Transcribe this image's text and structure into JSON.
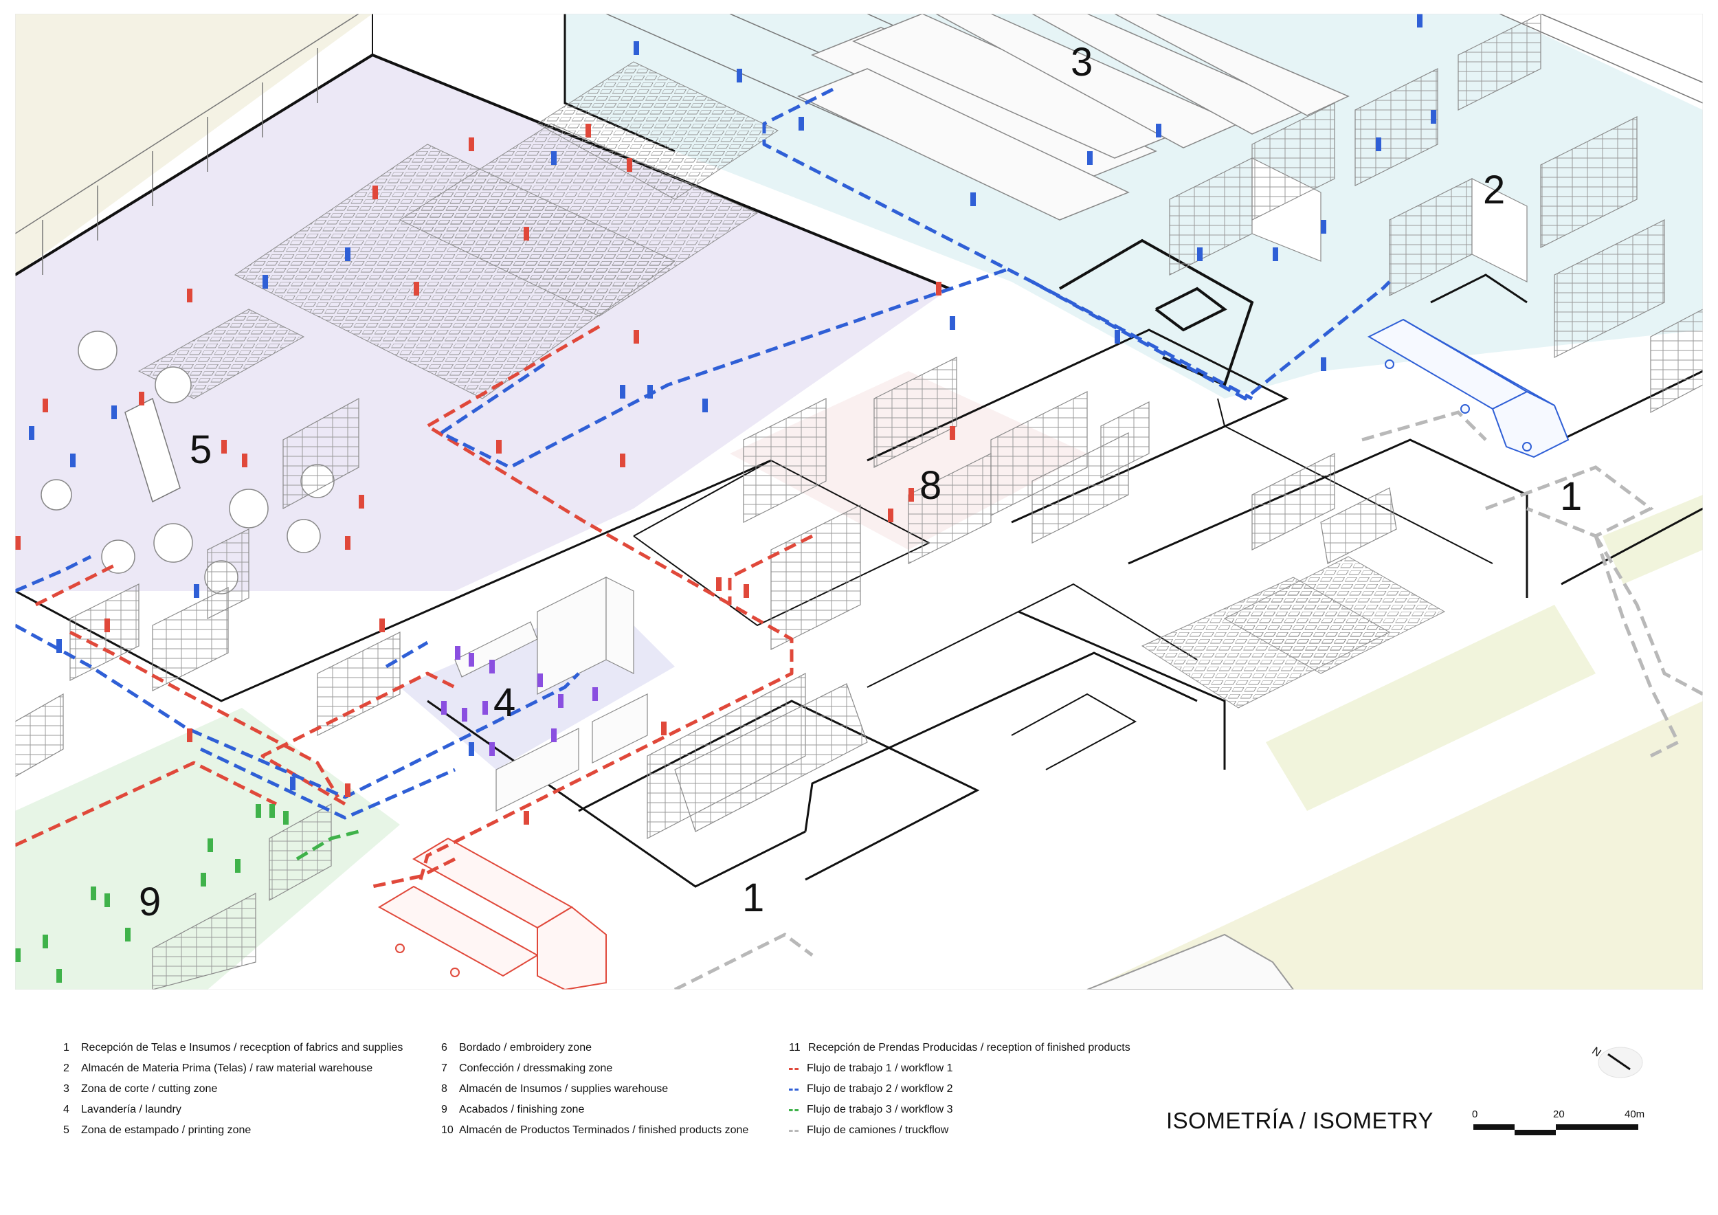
{
  "zone_numbers": {
    "z1a": "1",
    "z1b": "1",
    "z2": "2",
    "z3": "3",
    "z4": "4",
    "z5": "5",
    "z8": "8",
    "z9": "9"
  },
  "legend": {
    "col1": [
      {
        "num": "1",
        "text": "Recepción de Telas e Insumos / rececption of fabrics and supplies"
      },
      {
        "num": "2",
        "text": "Almacén de Materia Prima (Telas) / raw material warehouse"
      },
      {
        "num": "3",
        "text": "Zona de corte / cutting zone"
      },
      {
        "num": "4",
        "text": "Lavandería / laundry"
      },
      {
        "num": "5",
        "text": "Zona de estampado / printing zone"
      }
    ],
    "col2": [
      {
        "num": "6",
        "text": "Bordado / embroidery zone"
      },
      {
        "num": "7",
        "text": "Confección / dressmaking zone"
      },
      {
        "num": "8",
        "text": "Almacén de Insumos / supplies warehouse"
      },
      {
        "num": "9",
        "text": "Acabados / finishing zone"
      },
      {
        "num": "10",
        "text": "Almacén de Productos Terminados / finished products zone"
      }
    ],
    "col3_header": {
      "num": "11",
      "text": "Recepción de Prendas Producidas / reception of finished products"
    },
    "flows": [
      {
        "text": "Flujo de trabajo 1 / workflow 1",
        "color": "#e0483a"
      },
      {
        "text": "Flujo de trabajo 2 / workflow 2",
        "color": "#2f5fd6"
      },
      {
        "text": "Flujo de trabajo 3 / workflow 3",
        "color": "#3fb24a"
      },
      {
        "text": "Flujo de camiones / truckflow",
        "color": "#b8b8b8"
      }
    ]
  },
  "title": "ISOMETRÍA / ISOMETRY",
  "scale": {
    "t0": "0",
    "t1": "20",
    "t2": "40m"
  },
  "north_label": "N",
  "colors": {
    "workflow1": "#e0483a",
    "workflow2": "#2f5fd6",
    "workflow3": "#3fb24a",
    "truckflow": "#b8b8b8",
    "laundry_people": "#8a4fe0",
    "zone5_tint": "#ece8f6",
    "zone2_3_tint": "#e6f4f6",
    "zone9_tint": "#e7f5e6",
    "ground_tint": "#f3f3dc"
  }
}
